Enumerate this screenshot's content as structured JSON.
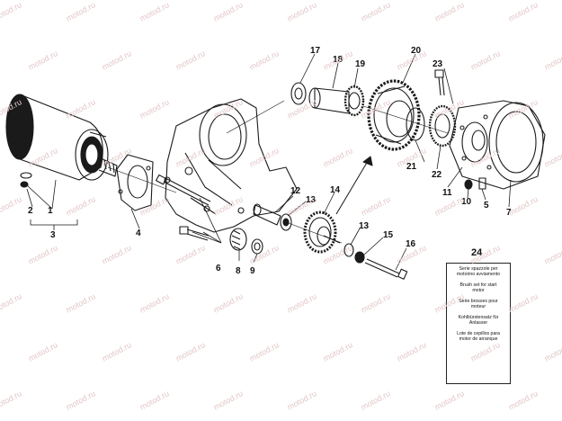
{
  "watermark": "motod.ru",
  "callouts": {
    "c1": "1",
    "c2": "2",
    "c3": "3",
    "c4": "4",
    "c5": "5",
    "c6": "6",
    "c7": "7",
    "c8": "8",
    "c9": "9",
    "c10": "10",
    "c11": "11",
    "c12": "12",
    "c13a": "13",
    "c13b": "13",
    "c14": "14",
    "c15": "15",
    "c16": "16",
    "c17": "17",
    "c18": "18",
    "c19": "19",
    "c20": "20",
    "c21": "21",
    "c22": "22",
    "c23": "23",
    "c24": "24"
  },
  "legend": {
    "it": "Serie spazzole per\nmotorino avviamento",
    "en": "Brush set for start\nmotor",
    "fr": "Serie brosses pour\nmoteur",
    "de": "Kohlbürstensatz für\nAnlasser",
    "es": "Lote de cepillos para\nmotor de arranque"
  },
  "colors": {
    "ink": "#1a1a1a",
    "watermark": "#e3c7c7"
  }
}
